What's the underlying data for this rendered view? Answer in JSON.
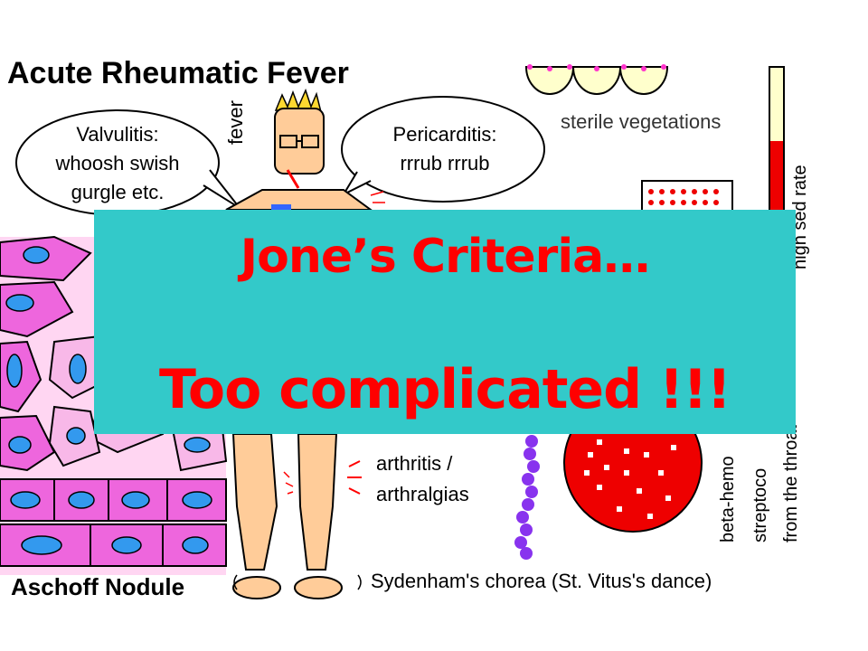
{
  "illustration": {
    "title": "Acute Rheumatic Fever",
    "valvulitis_bubble": [
      "Valvulitis:",
      "whoosh swish",
      "gurgle etc."
    ],
    "fever_label": "fever",
    "pericarditis_bubble": [
      "Pericarditis:",
      "rrrub  rrrub"
    ],
    "vegetations_label": "sterile vegetations",
    "sed_rate_label": "high sed rate",
    "arthritis_label": [
      "arthritis /",
      "arthralgias"
    ],
    "chorea_label": "Sydenham's chorea (St. Vitus's dance)",
    "aschoff_label": "Aschoff Nodule",
    "strep_label": [
      "beta-hemo",
      "streptoco",
      "from the throat"
    ]
  },
  "overlay": {
    "line1": "Jone’s Criteria…",
    "line2": "Too complicated !!!"
  },
  "colors": {
    "overlay_bg": "#33c9c9",
    "overlay_text": "#ff0000",
    "tissue_pink": "#ee66dd",
    "nucleus_blue": "#3399ee",
    "blood_red": "#ee0000",
    "chain_purple": "#8833ee"
  }
}
